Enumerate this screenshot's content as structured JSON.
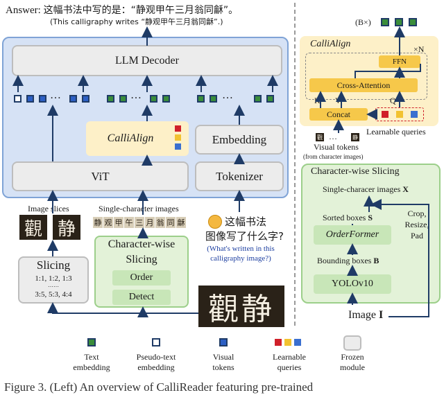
{
  "answer": {
    "prefix": "Answer:",
    "text": "这幅书法中写的是：“静观甲午三月翁同龢”。",
    "translation": "(This calligraphy writes “静观甲午三月翁同龢”.)"
  },
  "left": {
    "llm_decoder": "LLM Decoder",
    "ellipsis": "…",
    "calli_align": "CalliAlign",
    "embedding": "Embedding",
    "vit": "ViT",
    "tokenizer": "Tokenizer",
    "image_slices": "Image slices",
    "single_char_images": "Single-character images",
    "question_cn": [
      "这幅书法",
      "图像写了什么字?"
    ],
    "question_en": [
      "(What's written in this",
      "calligraphy image?)"
    ],
    "slicing": {
      "title": "Slicing",
      "ratios": [
        "1:1, 1:2, 1:3",
        "……",
        "3:5, 5:3, 4:4"
      ]
    },
    "cws": {
      "title": [
        "Character-wise",
        "Slicing"
      ],
      "order": "Order",
      "detect": "Detect"
    },
    "input_chars": "觀静",
    "char_strip": [
      "静",
      "观",
      "甲",
      "午",
      "三",
      "月",
      "翁",
      "同",
      "龢"
    ]
  },
  "right": {
    "output_label": "(B×)",
    "ffn": "FFN",
    "repeat": "×N",
    "cross_attention": "Cross-Attention",
    "kvq": [
      "K",
      "V",
      "Q"
    ],
    "concat": "Concat",
    "learnable_queries": "Learnable queries",
    "visual_tokens": "Visual tokens",
    "from_char_images": "(from character images)",
    "calli_align": "CalliAlign",
    "cws": {
      "title": "Character-wise Slicing",
      "single_char": "Single-characer images",
      "single_char_var": "X",
      "sorted_boxes": "Sorted boxes",
      "sorted_var": "S",
      "orderformer": "OrderFormer",
      "bounding_boxes": "Bounding boxes",
      "bbox_var": "B",
      "yolo": "YOLOv10",
      "crop": [
        "Crop,",
        "Resize,",
        "Pad"
      ],
      "image": "Image",
      "image_var": "I"
    }
  },
  "legend": [
    {
      "label": [
        "Text",
        "embedding"
      ],
      "kind": "text"
    },
    {
      "label": [
        "Pseudo-text",
        "embedding"
      ],
      "kind": "pseudo"
    },
    {
      "label": [
        "Visual",
        "tokens"
      ],
      "kind": "visual"
    },
    {
      "label": [
        "Learnable",
        "queries"
      ],
      "kind": "queries"
    },
    {
      "label": [
        "Frozen",
        "module"
      ],
      "kind": "frozen"
    }
  ],
  "caption": "Figure 3. (Left) An overview of CalliReader featuring pre-trained",
  "colors": {
    "panel_blue": "#d6e2f5",
    "panel_border": "#7fa3d6",
    "calli_yellow": "#fdf0c8",
    "green_panel": "#e3f2d8",
    "green_border": "#9ccf8a",
    "arrow": "#1f3b66",
    "query_red": "#d0202a",
    "query_yellow": "#f2c230",
    "query_blue": "#3a6fd0"
  }
}
